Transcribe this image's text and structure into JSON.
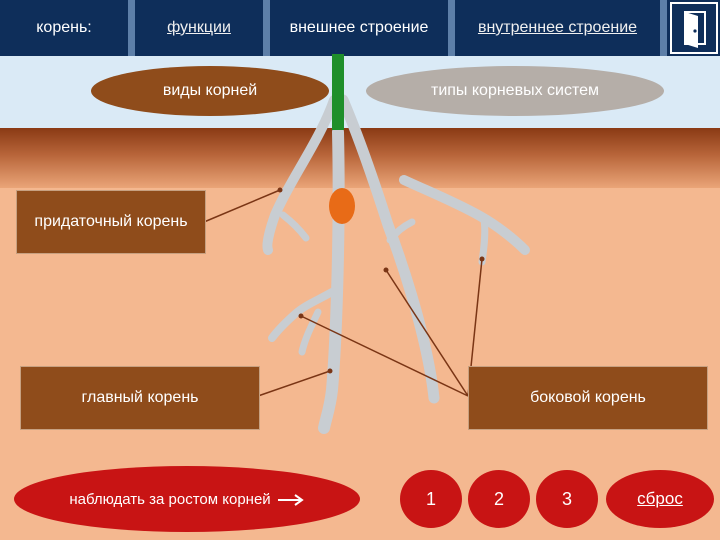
{
  "topbar": {
    "title": "корень:",
    "nav": [
      {
        "label": "функции",
        "link": true
      },
      {
        "label": "внешнее строение",
        "link": false
      },
      {
        "label": "внутреннее строение",
        "link": true
      }
    ]
  },
  "ovals": {
    "root_types": "виды корней",
    "root_systems": "типы корневых систем"
  },
  "labels": {
    "adventitious": "придаточный корень",
    "main": "главный корень",
    "lateral": "боковой корень"
  },
  "controls": {
    "watch": "наблюдать за ростом корней",
    "numbers": [
      "1",
      "2",
      "3"
    ],
    "reset": "сброс"
  },
  "icons": {
    "exit": "door-exit-icon",
    "home": "house-icon"
  },
  "colors": {
    "topbar": "#0e2e5a",
    "label_brown": "#8f4c1b",
    "button_red": "#c81414",
    "root": "#c8cdd2",
    "stem": "#1f8f2a",
    "root_tip": "#e86b17"
  }
}
